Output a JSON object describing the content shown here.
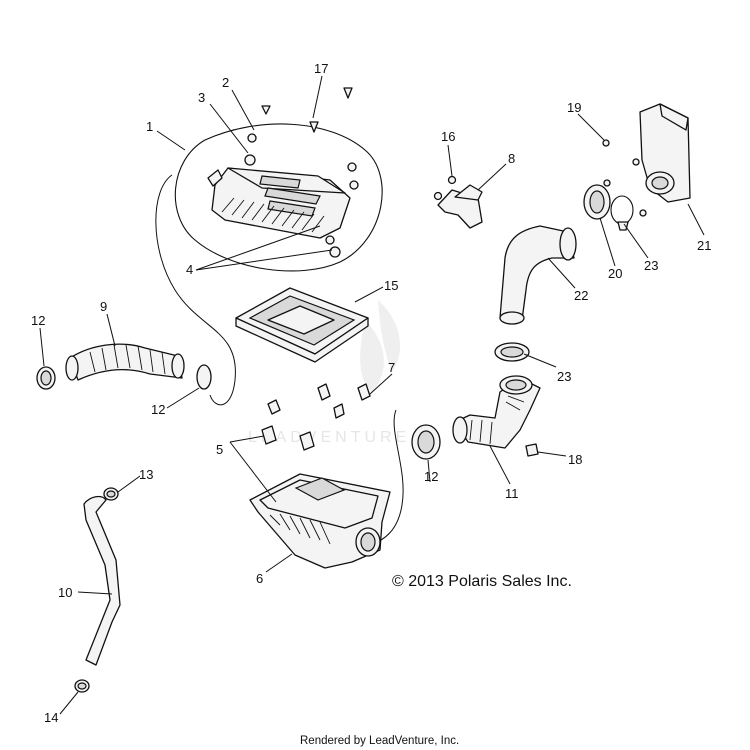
{
  "diagram": {
    "callouts": [
      "1",
      "2",
      "3",
      "17",
      "16",
      "8",
      "19",
      "21",
      "4",
      "15",
      "12",
      "9",
      "12",
      "20",
      "23",
      "22",
      "23",
      "7",
      "5",
      "12",
      "11",
      "18",
      "13",
      "6",
      "10",
      "14"
    ],
    "copyright": "© 2013 Polaris Sales Inc.",
    "footer": "Rendered by LeadVenture, Inc.",
    "watermark": "LEADVENTURE"
  }
}
